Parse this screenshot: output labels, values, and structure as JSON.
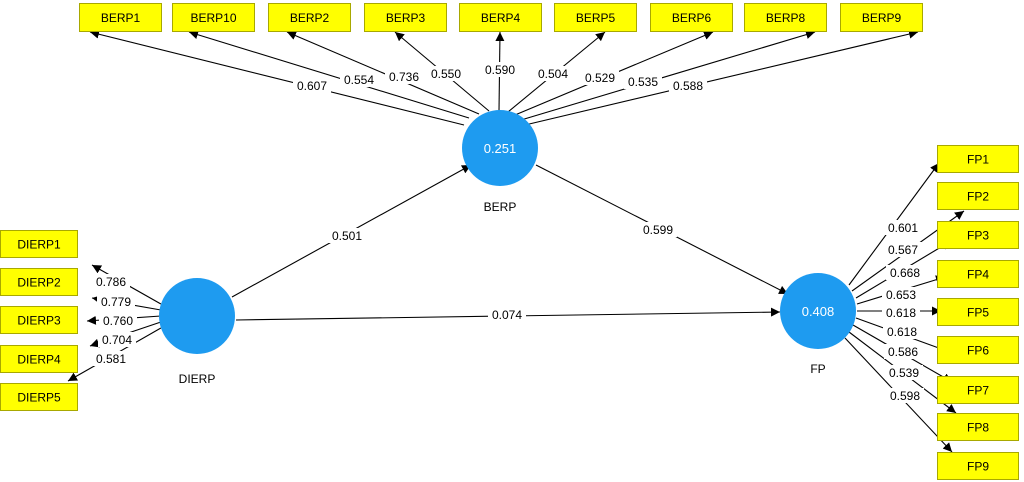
{
  "constructs": {
    "BERP": {
      "label": "BERP",
      "r2": "0.251"
    },
    "DIERP": {
      "label": "DIERP",
      "r2": ""
    },
    "FP": {
      "label": "FP",
      "r2": "0.408"
    }
  },
  "paths": [
    {
      "from": "DIERP",
      "to": "BERP",
      "coef": "0.501"
    },
    {
      "from": "BERP",
      "to": "FP",
      "coef": "0.599"
    },
    {
      "from": "DIERP",
      "to": "FP",
      "coef": "0.074"
    }
  ],
  "indicators": {
    "BERP": [
      {
        "name": "BERP1",
        "loading": "0.607"
      },
      {
        "name": "BERP10",
        "loading": "0.554"
      },
      {
        "name": "BERP2",
        "loading": "0.736"
      },
      {
        "name": "BERP3",
        "loading": "0.550"
      },
      {
        "name": "BERP4",
        "loading": "0.590"
      },
      {
        "name": "BERP5",
        "loading": "0.504"
      },
      {
        "name": "BERP6",
        "loading": "0.529"
      },
      {
        "name": "BERP8",
        "loading": "0.535"
      },
      {
        "name": "BERP9",
        "loading": "0.588"
      }
    ],
    "DIERP": [
      {
        "name": "DIERP1",
        "loading": "0.786"
      },
      {
        "name": "DIERP2",
        "loading": "0.779"
      },
      {
        "name": "DIERP3",
        "loading": "0.760"
      },
      {
        "name": "DIERP4",
        "loading": "0.704"
      },
      {
        "name": "DIERP5",
        "loading": "0.581"
      }
    ],
    "FP": [
      {
        "name": "FP1",
        "loading": "0.601"
      },
      {
        "name": "FP2",
        "loading": "0.567"
      },
      {
        "name": "FP3",
        "loading": "0.668"
      },
      {
        "name": "FP4",
        "loading": "0.653"
      },
      {
        "name": "FP5",
        "loading": "0.618"
      },
      {
        "name": "FP6",
        "loading": "0.618"
      },
      {
        "name": "FP7",
        "loading": "0.586"
      },
      {
        "name": "FP8",
        "loading": "0.539"
      },
      {
        "name": "FP9",
        "loading": "0.598"
      }
    ]
  },
  "colors": {
    "construct_fill": "#1e9bf0",
    "indicator_fill": "#ffff00",
    "line": "#000000"
  }
}
